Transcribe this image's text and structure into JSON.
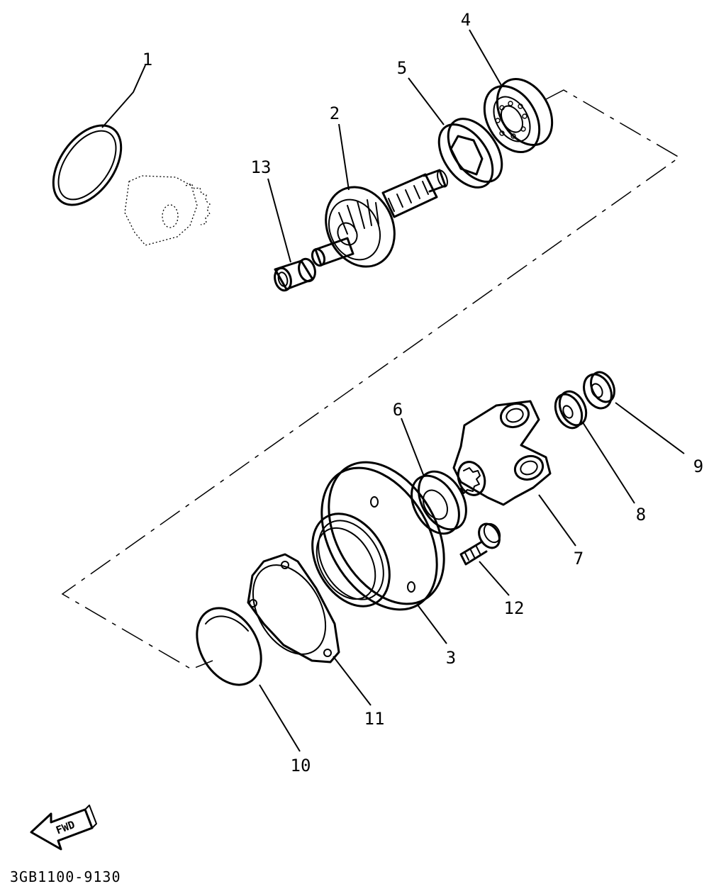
{
  "diagram_code": "3GB1100-9130",
  "fwd_label": "FWD",
  "callouts": [
    "1",
    "2",
    "3",
    "4",
    "5",
    "6",
    "7",
    "8",
    "9",
    "10",
    "11",
    "12",
    "13"
  ]
}
